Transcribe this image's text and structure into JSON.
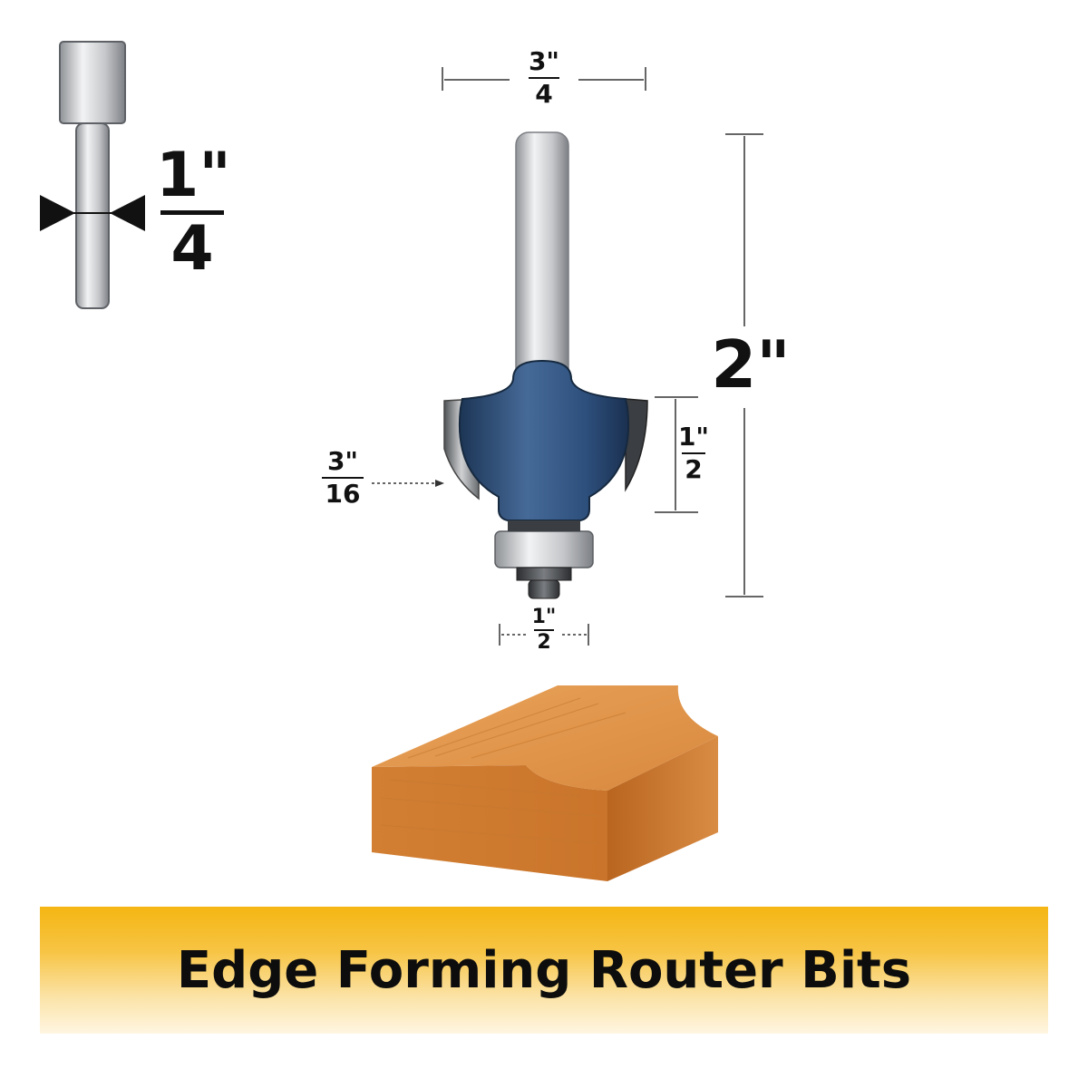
{
  "dimensions": {
    "shank_diameter": {
      "numerator": "1\"",
      "denominator": "4"
    },
    "cutting_width": {
      "numerator": "3\"",
      "denominator": "4"
    },
    "overall_length": "2\"",
    "cutting_length": {
      "numerator": "1\"",
      "denominator": "2"
    },
    "radius": {
      "numerator": "3\"",
      "denominator": "16"
    },
    "bearing_diameter": {
      "numerator": "1\"",
      "denominator": "2"
    }
  },
  "banner": {
    "title": "Edge Forming Router Bits"
  },
  "colors": {
    "bit_blue": "#2d4f7c",
    "shank_steel": "#b9bcc0",
    "wood": "#d9893c",
    "banner_yellow": "#f5b613"
  },
  "icons": [
    "shank-size-icon",
    "router-bit-illustration",
    "wood-profile-illustration"
  ]
}
